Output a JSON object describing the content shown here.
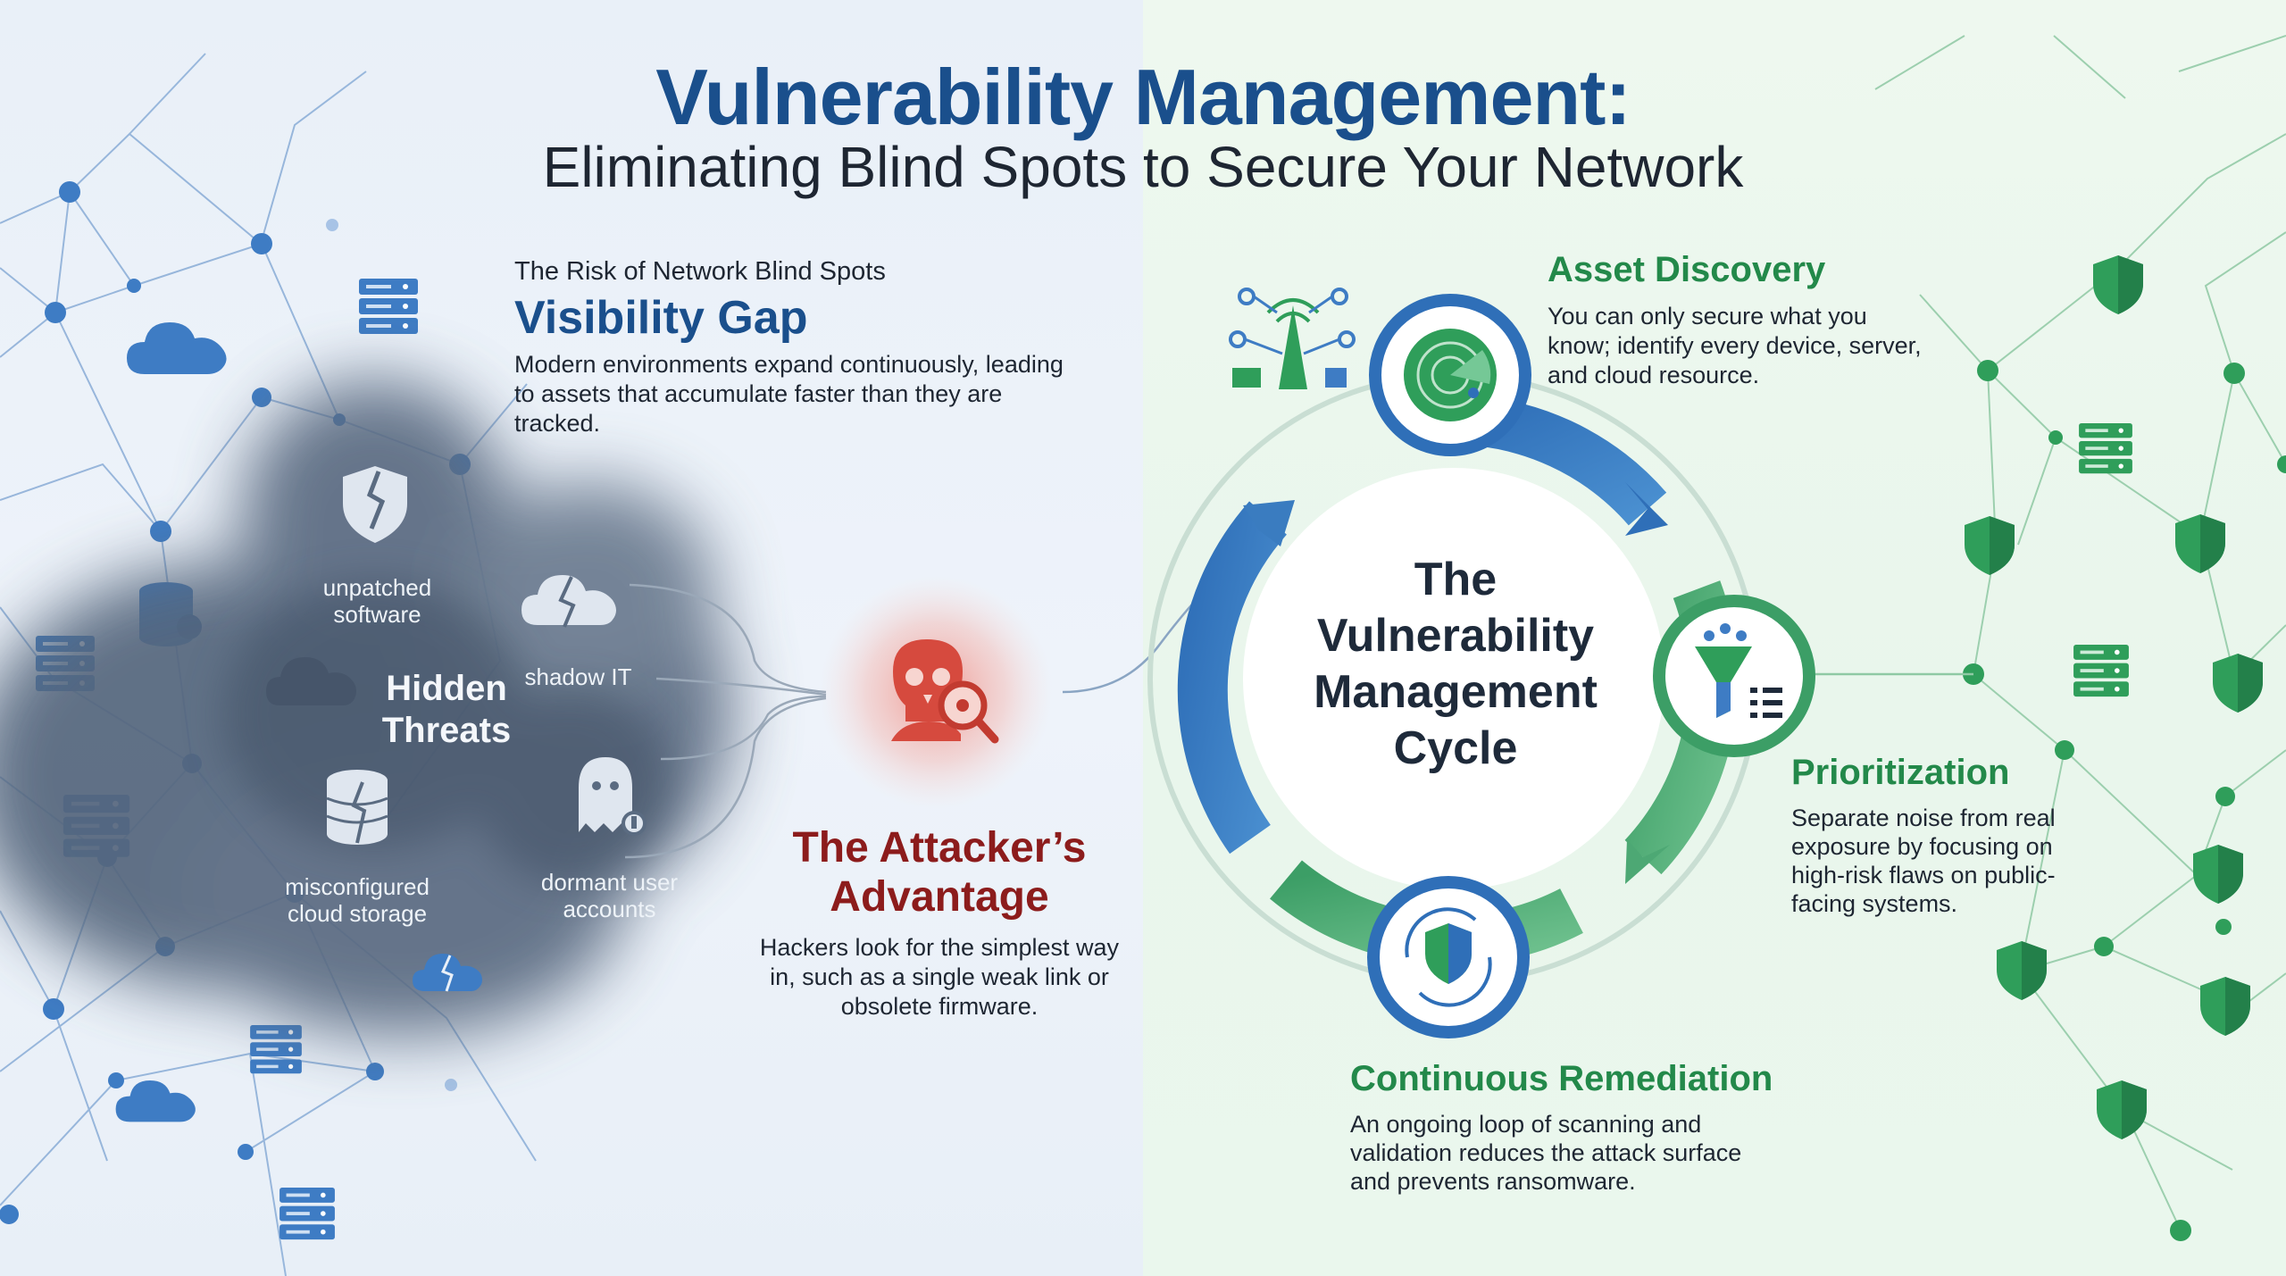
{
  "header": {
    "title": "Vulnerability Management:",
    "subtitle": "Eliminating Blind Spots to Secure Your Network"
  },
  "left_panel": {
    "risk_label": "The Risk of Network Blind Spots",
    "gap_heading": "Visibility Gap",
    "gap_body": "Modern environments expand continuously, leading to assets that accumulate faster than they are tracked.",
    "hidden_threats": "Hidden Threats",
    "threats": [
      {
        "label": "unpatched software",
        "icon": "broken-shield-icon"
      },
      {
        "label": "shadow IT",
        "icon": "broken-cloud-icon"
      },
      {
        "label": "misconfigured cloud storage",
        "icon": "broken-database-icon"
      },
      {
        "label": "dormant user accounts",
        "icon": "ghost-icon"
      }
    ]
  },
  "attacker": {
    "heading": "The Attacker’s Advantage",
    "body": "Hackers look for the simplest way in, such as a single weak link or obsolete firmware.",
    "icon": "skull-hacker-magnifier-icon"
  },
  "cycle": {
    "title": "The Vulnerability Management Cycle",
    "steps": [
      {
        "heading": "Asset Discovery",
        "body": "You can only secure what you know; identify every device, server, and cloud resource.",
        "icon": "radar-icon"
      },
      {
        "heading": "Prioritization",
        "body": "Separate noise from real exposure by focusing on high-risk flaws on public-facing systems.",
        "icon": "funnel-list-icon"
      },
      {
        "heading": "Continuous Remediation",
        "body": "An ongoing loop of scanning and validation reduces the attack surface and prevents ransomware.",
        "icon": "shield-refresh-icon"
      }
    ]
  },
  "colors": {
    "title_blue": "#1a4f8c",
    "step_green": "#23894a",
    "attacker_red": "#8c1c1c",
    "network_blue": "#3e7cc4",
    "network_green": "#2f9e5a",
    "threat_cloud": "#4f6075"
  }
}
